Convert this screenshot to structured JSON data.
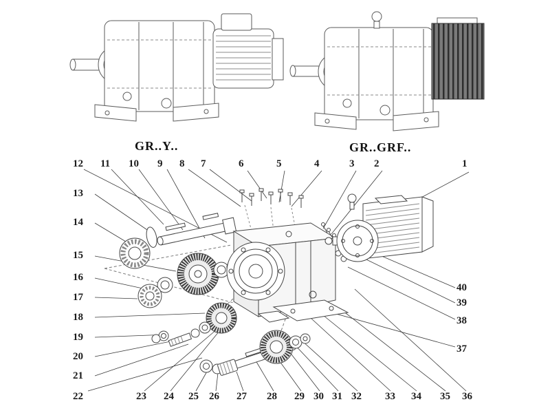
{
  "titles": {
    "left": "GR..Y..",
    "right": "GR..GRF.."
  },
  "callouts": {
    "c1": "1",
    "c2": "2",
    "c3": "3",
    "c4": "4",
    "c5": "5",
    "c6": "6",
    "c7": "7",
    "c8": "8",
    "c9": "9",
    "c10": "10",
    "c11": "11",
    "c12": "12",
    "c13": "13",
    "c14": "14",
    "c15": "15",
    "c16": "16",
    "c17": "17",
    "c18": "18",
    "c19": "19",
    "c20": "20",
    "c21": "21",
    "c22": "22",
    "c23": "23",
    "c24": "24",
    "c25": "25",
    "c26": "26",
    "c27": "27",
    "c28": "28",
    "c29": "29",
    "c30": "30",
    "c31": "31",
    "c32": "32",
    "c33": "33",
    "c34": "34",
    "c35": "35",
    "c36": "36",
    "c37": "37",
    "c38": "38",
    "c39": "39",
    "c40": "40"
  }
}
